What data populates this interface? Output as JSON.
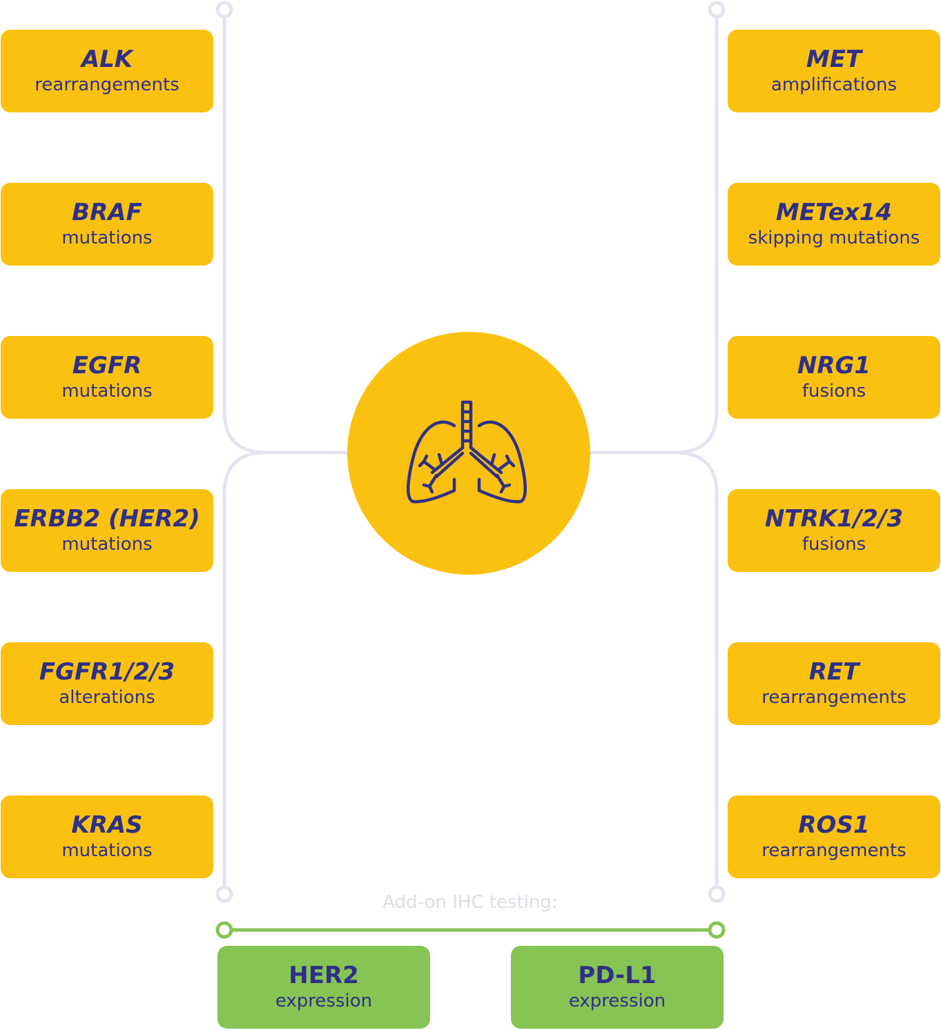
{
  "colors": {
    "target_box": "#fbc111",
    "ihc_box": "#86c453",
    "text": "#2e3087",
    "connector_line": "#e3e4ef",
    "ihc_line": "#86c453",
    "addon_label": "#dcdde8"
  },
  "hub": {
    "icon": "lungs-icon"
  },
  "left_targets": [
    {
      "gene": "ALK",
      "desc": "rearrangements"
    },
    {
      "gene": "BRAF",
      "desc": "mutations"
    },
    {
      "gene": "EGFR",
      "desc": "mutations"
    },
    {
      "gene": "ERBB2 (HER2)",
      "desc": "mutations"
    },
    {
      "gene": "FGFR1/2/3",
      "desc": "alterations"
    },
    {
      "gene": "KRAS",
      "desc": "mutations"
    }
  ],
  "right_targets": [
    {
      "gene": "MET",
      "desc": "amplifications"
    },
    {
      "gene": "METex14",
      "desc": "skipping mutations"
    },
    {
      "gene": "NRG1",
      "desc": "fusions"
    },
    {
      "gene": "NTRK1/2/3",
      "desc": "fusions"
    },
    {
      "gene": "RET",
      "desc": "rearrangements"
    },
    {
      "gene": "ROS1",
      "desc": "rearrangements"
    }
  ],
  "addon": {
    "label": "Add-on IHC testing:",
    "items": [
      {
        "gene": "HER2",
        "desc": "expression"
      },
      {
        "gene": "PD-L1",
        "desc": "expression"
      }
    ]
  }
}
